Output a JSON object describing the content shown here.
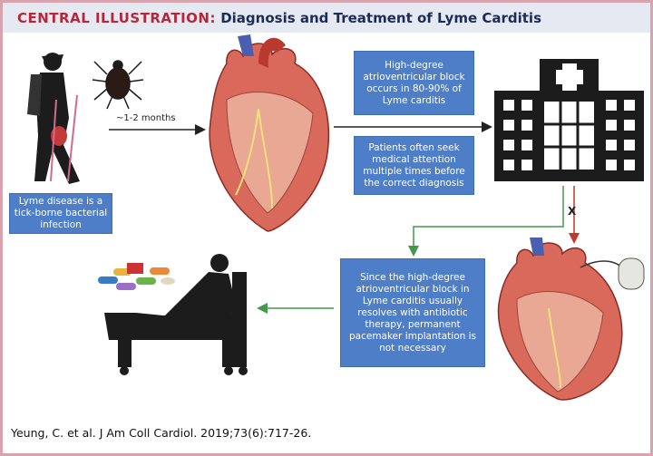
{
  "header": {
    "title_prefix": "CENTRAL ILLUSTRATION:",
    "title": "Diagnosis and Treatment of Lyme Carditis"
  },
  "labels": {
    "interval": "~1-2 months",
    "blocked_mark": "X"
  },
  "boxes": {
    "infection": "Lyme disease is a tick-borne bacterial infection",
    "av_block": "High-degree atrioventricular block occurs in 80-90% of Lyme carditis",
    "seek_attention": "Patients often seek medical attention multiple times before the correct diagnosis",
    "no_pacemaker": "Since the high-degree atrioventricular block in Lyme carditis usually resolves with antibiotic therapy, permanent pacemaker implantation is not necessary"
  },
  "citation": "Yeung, C. et al. J Am Coll Cardiol. 2019;73(6):717-26.",
  "colors": {
    "box": "#4f7ec8",
    "title_red": "#b3283a",
    "title_navy": "#1f2b57",
    "green_arrow": "#3f9a4a",
    "red_arrow": "#c0392b"
  }
}
